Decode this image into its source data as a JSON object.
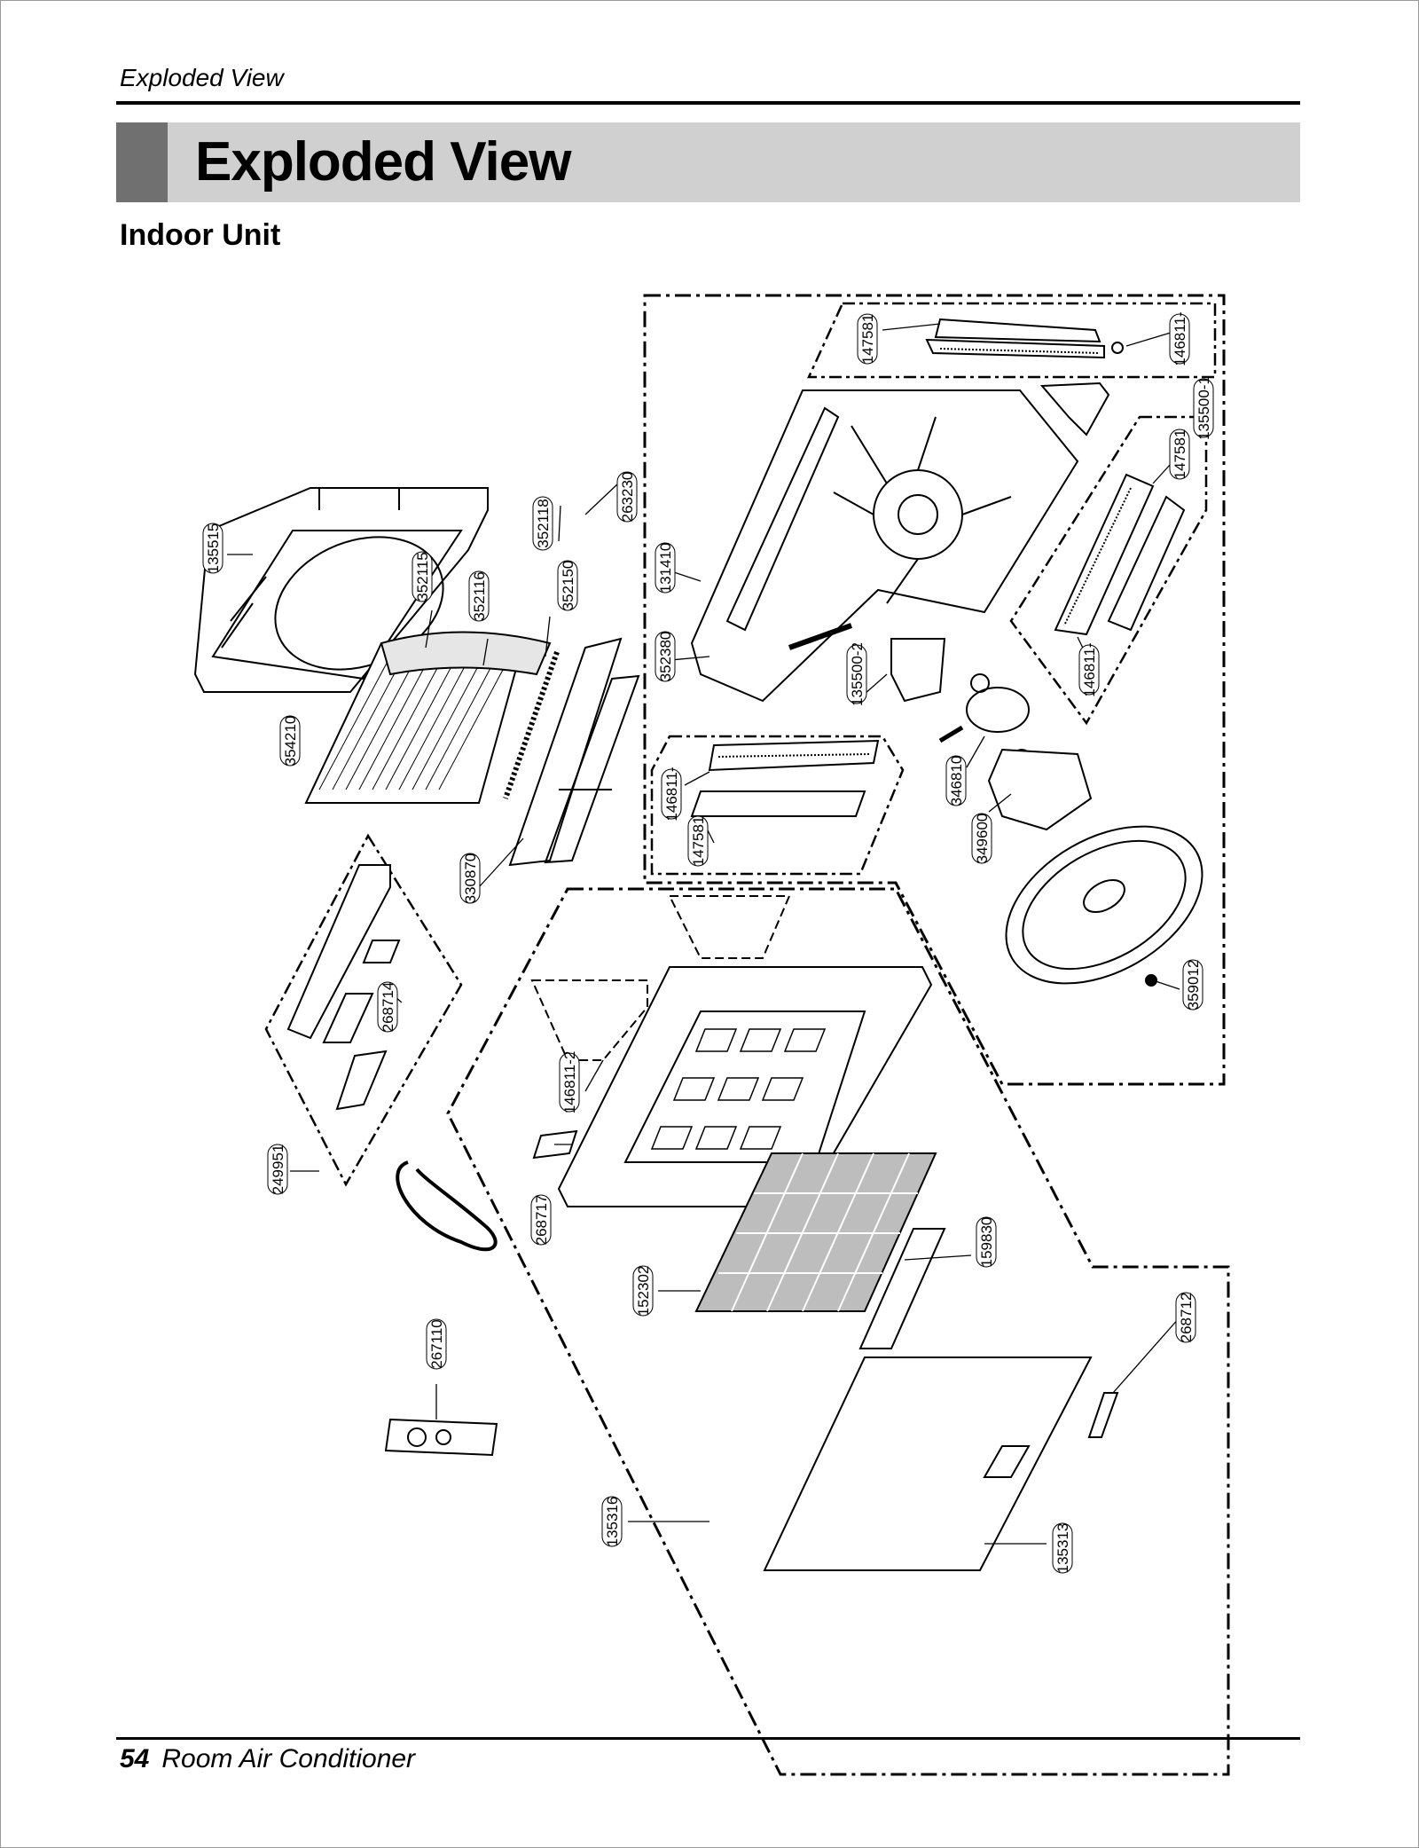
{
  "header": {
    "running_head": "Exploded View",
    "title": "Exploded View",
    "subtitle": "Indoor Unit"
  },
  "footer": {
    "page_number": "54",
    "document_title": "Room Air Conditioner"
  },
  "callouts": {
    "c147581_top": "147581",
    "c146811_top": "146811-",
    "c135500_1": "135500-1",
    "c147581_right": "147581",
    "c146811_right": "146811-",
    "c263230": "263230",
    "c352118": "352118",
    "c135515": "135515",
    "c352115": "352115",
    "c352116": "352116",
    "c352150": "352150",
    "c131410": "131410",
    "c352380": "352380",
    "c135500_2": "135500-2",
    "c354210": "354210",
    "c146811_left": "146811-",
    "c147581_left": "147581",
    "c346810": "346810",
    "c349600": "349600",
    "c330870": "330870",
    "c268714": "268714",
    "c359012": "359012",
    "c146811_2": "146811-2",
    "c249951": "249951",
    "c268717": "268717",
    "c159830": "159830",
    "c152302": "152302",
    "c268712": "268712",
    "c267110": "267110",
    "c135316": "135316",
    "c135313": "135313"
  }
}
